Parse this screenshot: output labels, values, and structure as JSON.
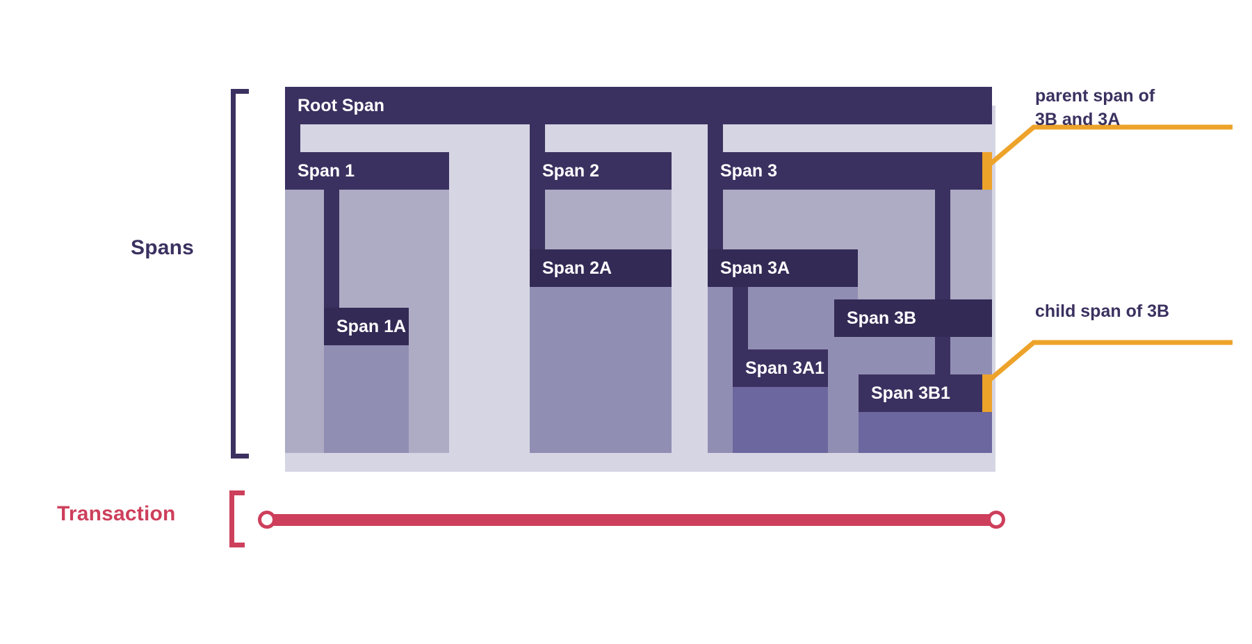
{
  "diagram": {
    "title": "Distributed trace: spans within a transaction",
    "colors": {
      "dark_purple": "#3b3160",
      "darker_purple": "#332a55",
      "level0_fill": "#d6d5e3",
      "level1_fill": "#aeabc4",
      "level2_fill": "#918eb4",
      "level3_fill": "#6c679e",
      "accent_orange": "#eda32a",
      "transaction_red": "#cd3f5b",
      "background": "#ffffff"
    }
  },
  "labels": {
    "spans": "Spans",
    "transaction": "Transaction"
  },
  "spans": [
    {
      "id": "root",
      "label": "Root Span",
      "depth": 0
    },
    {
      "id": "s1",
      "label": "Span 1",
      "depth": 1
    },
    {
      "id": "s1a",
      "label": "Span 1A",
      "depth": 2
    },
    {
      "id": "s2",
      "label": "Span 2",
      "depth": 1
    },
    {
      "id": "s2a",
      "label": "Span 2A",
      "depth": 2
    },
    {
      "id": "s3",
      "label": "Span 3",
      "depth": 1
    },
    {
      "id": "s3a",
      "label": "Span 3A",
      "depth": 2
    },
    {
      "id": "s3a1",
      "label": "Span 3A1",
      "depth": 3
    },
    {
      "id": "s3b",
      "label": "Span 3B",
      "depth": 2
    },
    {
      "id": "s3b1",
      "label": "Span 3B1",
      "depth": 3
    }
  ],
  "annotations": [
    {
      "id": "parent-callout",
      "text": "parent span of\n3B and 3A",
      "target_span": "Span 3",
      "color": "#eda32a"
    },
    {
      "id": "child-callout",
      "text": "child span of 3B",
      "target_span": "Span 3B1",
      "color": "#eda32a"
    }
  ],
  "transaction": {
    "start_marker": "start-endpoint",
    "end_marker": "end-endpoint"
  }
}
